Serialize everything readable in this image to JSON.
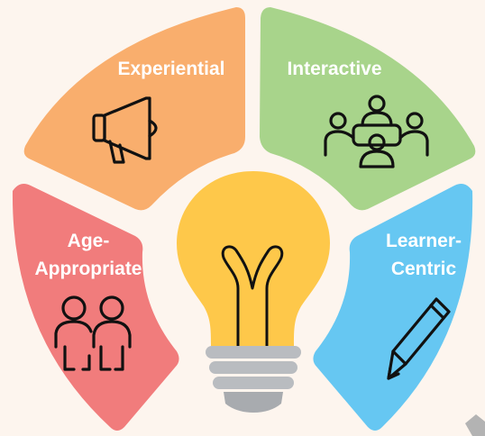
{
  "segments": {
    "experiential": {
      "label": "Experiential",
      "color": "#f9ae6d",
      "icon": "megaphone-icon"
    },
    "interactive": {
      "label": "Interactive",
      "color": "#a8d48b",
      "icon": "group-meeting-icon"
    },
    "age_appropriate": {
      "label_lines": [
        "Age-",
        "Appropriate"
      ],
      "color": "#f17c7c",
      "icon": "two-people-icon"
    },
    "learner_centric": {
      "label_lines": [
        "Learner-",
        "Centric"
      ],
      "color": "#66c7f2",
      "icon": "pencil-icon"
    }
  },
  "center": {
    "icon": "light-bulb-icon",
    "bulb_color": "#fec84a",
    "base_color": "#b9bcc0"
  },
  "background": "#fdf5ee"
}
